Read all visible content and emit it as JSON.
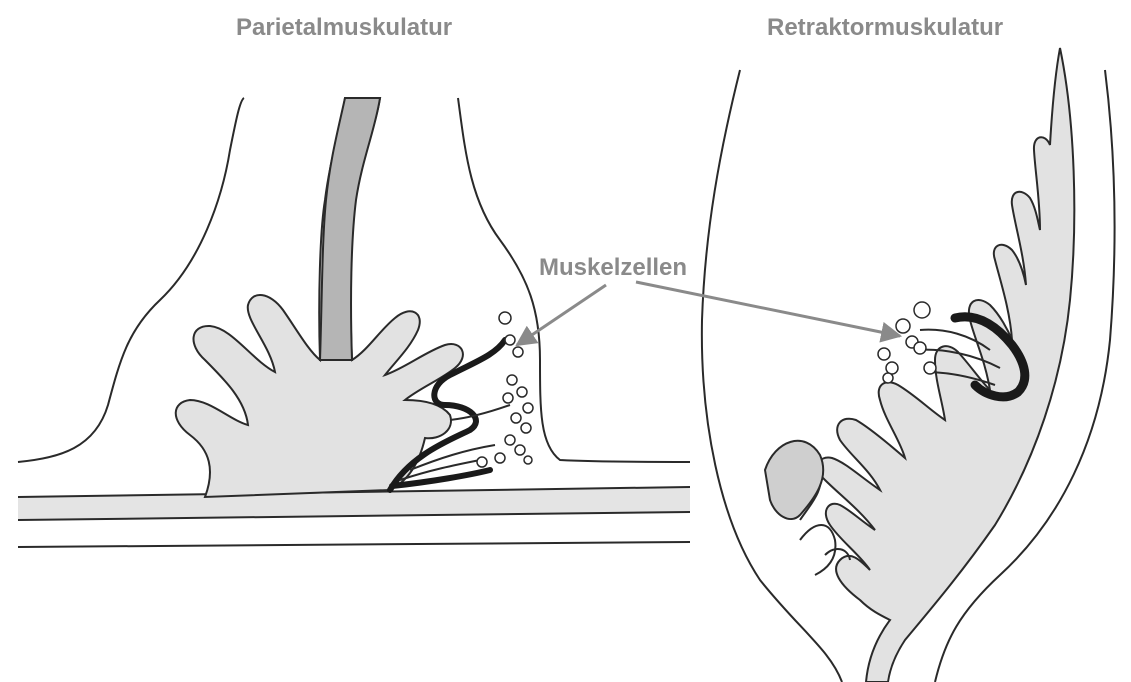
{
  "labels": {
    "left_title": "Parietalmuskulatur",
    "right_title": "Retraktormuskulatur",
    "callout": "Muskelzellen"
  },
  "colors": {
    "label_text": "#8a8a8a",
    "arrow": "#8a8a8a",
    "outline": "#2a2a2a",
    "fill_light": "#e2e2e2",
    "fill_dark": "#b5b5b5",
    "muscle": "#1a1a1a"
  }
}
